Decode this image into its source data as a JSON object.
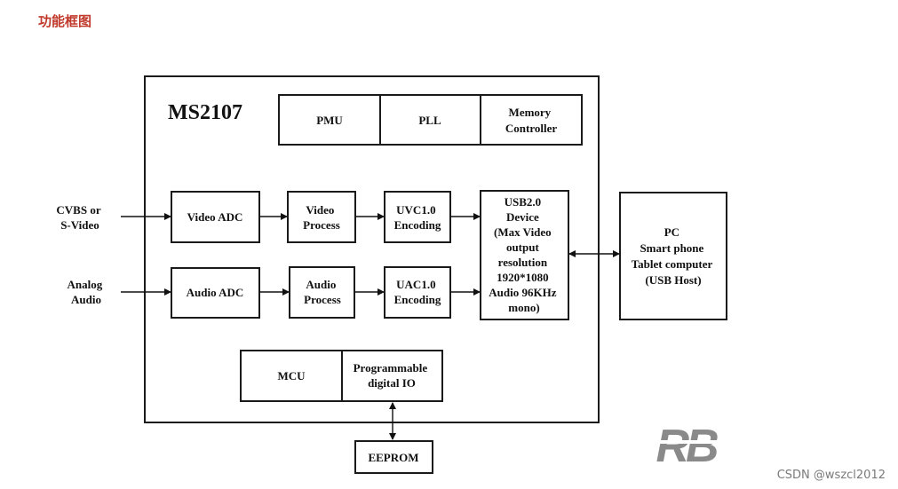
{
  "heading": "功能框图",
  "watermark": "CSDN @wszcl2012",
  "logo_text": "RB",
  "diagram": {
    "chip_name": "MS2107",
    "top_blocks": {
      "pmu": "PMU",
      "pll": "PLL",
      "memory": [
        "Memory",
        "Controller"
      ]
    },
    "inputs": {
      "video": [
        "CVBS or",
        "S-Video"
      ],
      "audio": [
        "Analog",
        "Audio"
      ]
    },
    "video_adc": "Video ADC",
    "video_process": [
      "Video",
      "Process"
    ],
    "uvc": [
      "UVC1.0",
      "Encoding"
    ],
    "audio_adc": "Audio ADC",
    "audio_process": [
      "Audio",
      "Process"
    ],
    "uac": [
      "UAC1.0",
      "Encoding"
    ],
    "usb_device": [
      "USB2.0",
      "Device",
      "(Max Video",
      "output",
      "resolution",
      "1920*1080",
      "Audio 96KHz",
      "mono)"
    ],
    "mcu": "MCU",
    "prog_io": [
      "Programmable",
      "digital IO"
    ],
    "eeprom": "EEPROM",
    "host": [
      "PC",
      "Smart phone",
      "Tablet computer",
      "(USB Host)"
    ]
  },
  "colors": {
    "heading": "#c0392b",
    "line": "#111111",
    "logo": "#8a8a8a"
  }
}
